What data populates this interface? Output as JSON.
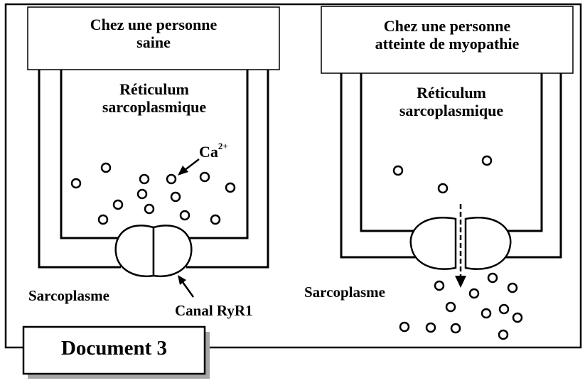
{
  "document_label": "Document 3",
  "panels": [
    {
      "id": "healthy",
      "title": [
        "Chez une personne",
        "saine"
      ],
      "compartment_label": [
        "Réticulum",
        "sarcoplasmique"
      ],
      "outside_label": "Sarcoplasme",
      "ion_label": "Ca",
      "ion_charge": "2+",
      "channel_label": "Canal RyR1",
      "channel_state": "closed",
      "ions_in_reticulum": 13,
      "ions_in_sarcoplasm": 0
    },
    {
      "id": "myopathy",
      "title": [
        "Chez une personne",
        "atteinte de myopathie"
      ],
      "compartment_label": [
        "Réticulum",
        "sarcoplasmique"
      ],
      "outside_label": "Sarcoplasme",
      "channel_state": "open (leak)",
      "ions_in_reticulum": 3,
      "ions_in_sarcoplasm": 12
    }
  ],
  "colors": {
    "stroke": "#000000",
    "shadow": "#a6a6a6",
    "background": "#ffffff"
  }
}
